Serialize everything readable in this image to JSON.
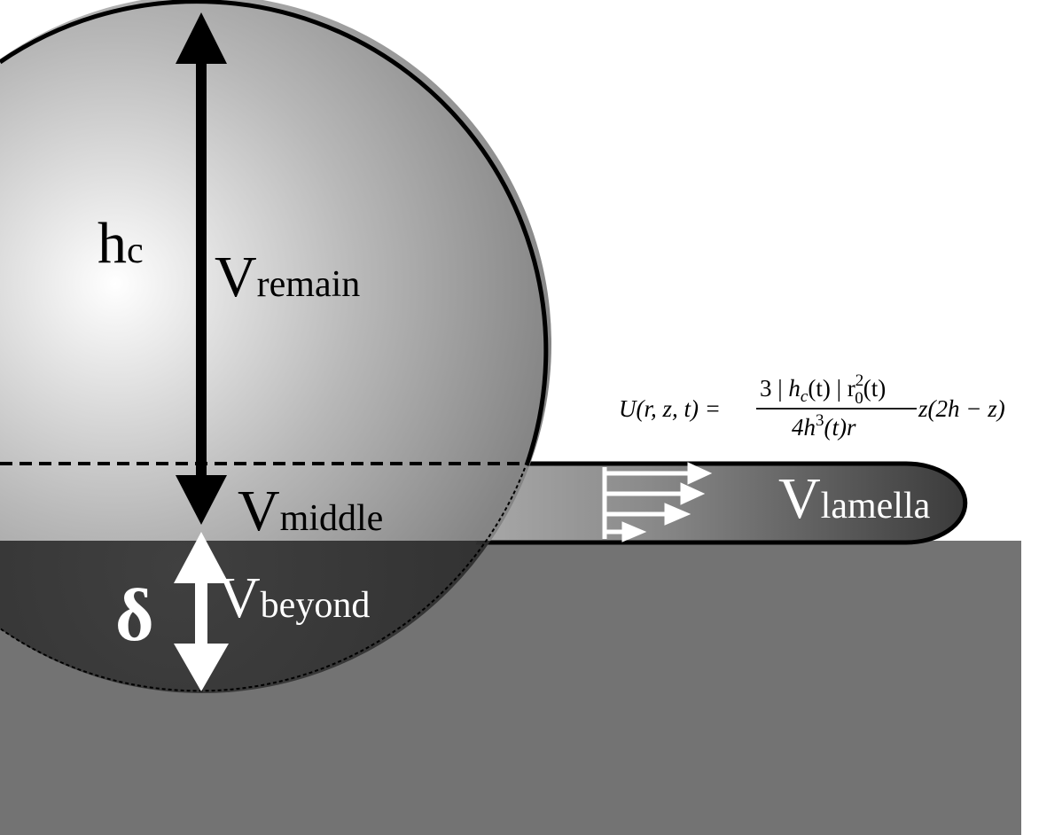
{
  "labels": {
    "hc_main": "h",
    "hc_sub": "c",
    "v_remain_main": "V",
    "v_remain_sub": "remain",
    "v_middle_main": "V",
    "v_middle_sub": "middle",
    "v_beyond_main": "V",
    "v_beyond_sub": "beyond",
    "v_lamella_main": "V",
    "v_lamella_sub": "lamella",
    "delta": "δ"
  },
  "equation": {
    "lhs": "U(r, z, t) =",
    "numerator_pre": "3 | ",
    "numerator_h": "h",
    "numerator_h_sub": "c",
    "numerator_mid": "(t) | r",
    "numerator_r_sup": "2",
    "numerator_r_sub": "0",
    "numerator_post": "(t)",
    "denominator_pre": "4h",
    "denominator_sup": "3",
    "denominator_post": "(t)r",
    "rhs": "z(2h − z)"
  },
  "colors": {
    "substrate": "#737373",
    "outline": "#000000",
    "arrow_dark": "#000000",
    "arrow_light": "#ffffff",
    "lamella_light": "#a6a6a6",
    "lamella_dark": "#3c3c3c",
    "sphere_highlight": "#ffffff",
    "sphere_shadow": "#8a8a8a"
  }
}
